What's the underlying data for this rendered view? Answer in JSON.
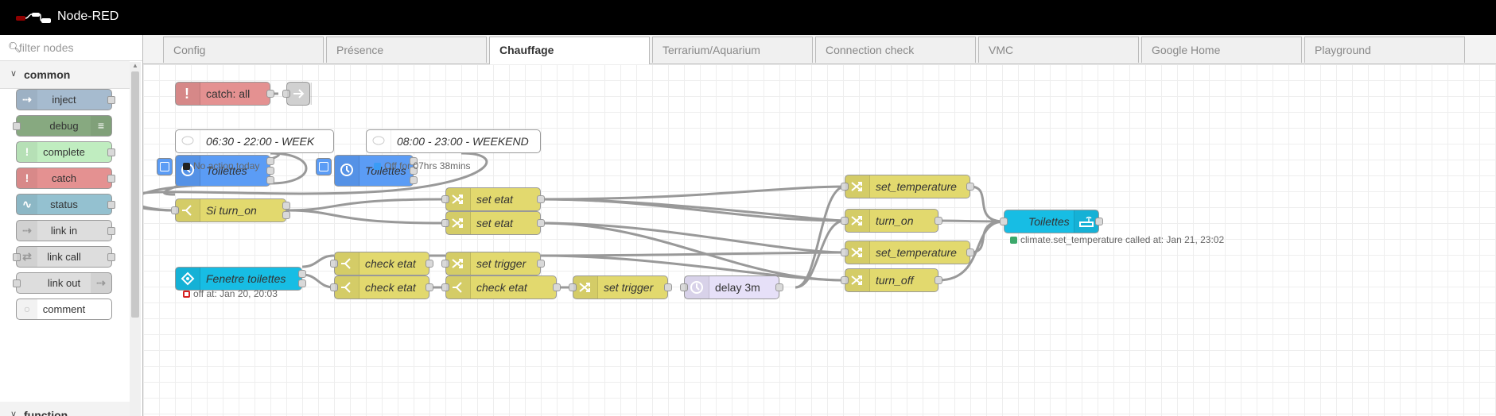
{
  "app": {
    "title": "Node-RED"
  },
  "palette": {
    "search_placeholder": "filter nodes",
    "categories": [
      "common",
      "function"
    ],
    "nodes": [
      {
        "label": "inject",
        "color": "#a6bbcf"
      },
      {
        "label": "debug",
        "color": "#87a980"
      },
      {
        "label": "complete",
        "color": "#c0edc0"
      },
      {
        "label": "catch",
        "color": "#e49191"
      },
      {
        "label": "status",
        "color": "#94c1d0"
      },
      {
        "label": "link in",
        "color": "#dddddd"
      },
      {
        "label": "link call",
        "color": "#dddddd"
      },
      {
        "label": "link out",
        "color": "#dddddd"
      },
      {
        "label": "comment",
        "color": "#ffffff"
      }
    ]
  },
  "tabs": [
    "Config",
    "Présence",
    "Chauffage",
    "Terrarium/Aquarium",
    "Connection check",
    "VMC",
    "Google Home",
    "Playground"
  ],
  "active_tab": "Chauffage",
  "flow": {
    "nodes": {
      "catch_all": "catch: all",
      "comment_week": "06:30 - 22:00 - WEEK",
      "comment_weekend": "08:00 - 23:00 - WEEKEND",
      "sched1": "Toilettes",
      "sched2": "Toilettes",
      "si_turn_on": "Si turn_on",
      "set_etat_1": "set etat",
      "set_etat_2": "set etat",
      "fenetre": "Fenetre toilettes",
      "check_etat_1": "check etat",
      "check_etat_2": "check etat",
      "check_etat_3": "check etat",
      "set_trigger_1": "set trigger",
      "set_trigger_2": "set trigger",
      "delay": "delay 3m",
      "set_temp_1": "set_temperature",
      "turn_on": "turn_on",
      "set_temp_2": "set_temperature",
      "turn_off": "turn_off",
      "climate": "Toilettes"
    },
    "status": {
      "sched1": "No action today",
      "sched2": "Off for 07hrs 38mins",
      "fenetre": "off at: Jan 20, 20:03",
      "climate": "climate.set_temperature called at: Jan 21, 23:02"
    },
    "colors": {
      "schedule": "#5b9cf5",
      "function": "#e2d96e",
      "ha": "#17bde4",
      "delay": "#e6e0f8",
      "catch": "#e49191",
      "link": "#dddddd",
      "status_black": "#222222",
      "status_blue": "#3b9cf5",
      "status_red": "#d62020",
      "status_green": "#3ca86b"
    }
  }
}
